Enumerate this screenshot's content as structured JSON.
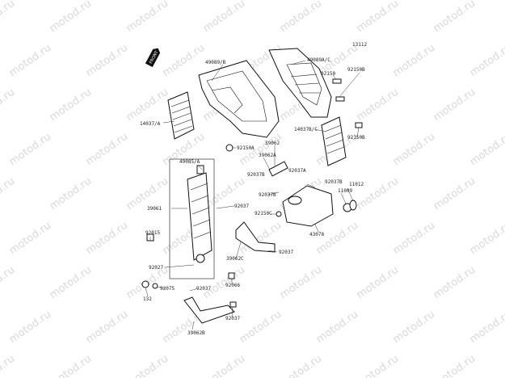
{
  "watermark": "motod.ru",
  "code": "13112",
  "front_tag": "FRONT",
  "labels": {
    "l_49089B": "49089/B",
    "l_49089AC": "49089A/C",
    "l_92150_top": "92150",
    "l_92150B_top": "92150B",
    "l_14037A": "14037/A",
    "l_14037BC": "14037B/C",
    "l_92150B_mid": "92150B",
    "l_92150A": "92150A",
    "l_39062": "39062",
    "l_39062A": "39062A",
    "l_92037B_a": "92037B",
    "l_92037A": "92037A",
    "l_49085A": "49085/A",
    "l_92037B_b": "92037B",
    "l_92037B_c": "92037B",
    "l_11012": "11012",
    "l_11009": "11009",
    "l_39061": "39061",
    "l_92037_a": "92037",
    "l_92150C": "92150C",
    "l_43078": "43078",
    "l_92015": "92015",
    "l_92037_b": "92037",
    "l_39062C": "39062C",
    "l_92027": "92027",
    "l_92075": "92075",
    "l_92037_c": "92037",
    "l_92066": "92066",
    "l_132": "132",
    "l_39062B": "39062B",
    "l_92037_d": "92037"
  }
}
